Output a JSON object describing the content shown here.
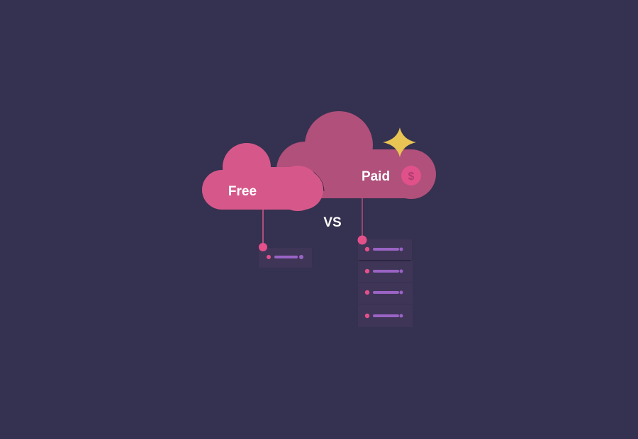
{
  "labels": {
    "free": "Free",
    "paid": "Paid",
    "vs": "VS",
    "currency": "$"
  },
  "colors": {
    "background": "#353150",
    "free_cloud": "#d6588a",
    "paid_cloud": "#b0507b",
    "star": "#e8c454",
    "server": "#3e3557",
    "bar": "#9a63c4",
    "dot": "#e4508a"
  },
  "servers": {
    "free_count": 1,
    "paid_count": 4
  }
}
